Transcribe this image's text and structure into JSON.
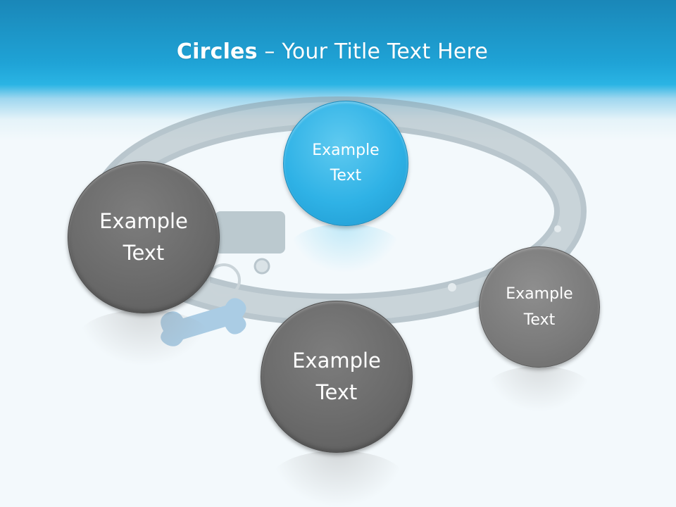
{
  "slide": {
    "title_bold": "Circles",
    "title_rest": " – Your Title Text Here"
  },
  "circles": [
    {
      "label": "Example\nText",
      "color": "#2fb2e6"
    },
    {
      "label": "Example\nText",
      "color": "#6b6b6b"
    },
    {
      "label": "Example\nText",
      "color": "#7a7a7a"
    },
    {
      "label": "Example\nText",
      "color": "#626262"
    }
  ]
}
